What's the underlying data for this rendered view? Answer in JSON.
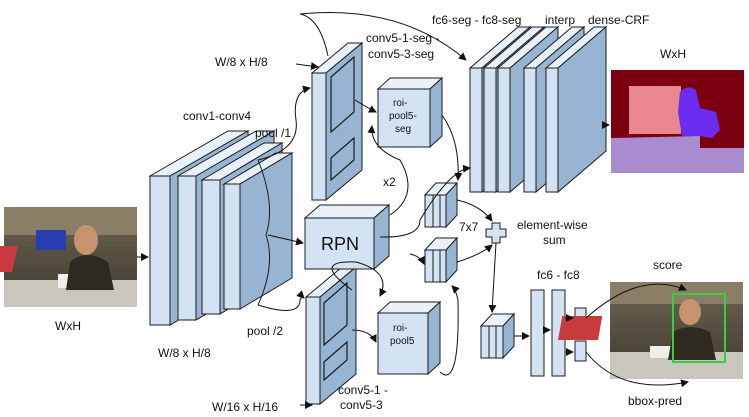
{
  "colors": {
    "block_face": "#d4e3f3",
    "block_top": "#e9f1fa",
    "block_side": "#98b4d3",
    "block_stroke": "#1c1c1c",
    "seg_background": "#7a0010",
    "seg_pink": "#e9868e",
    "seg_purple": "#a98cd0",
    "seg_blue": "#6a2cf0",
    "bbox_green": "#35d13a"
  },
  "labels": {
    "conv1_conv4": "conv1-conv4",
    "pool1": "pool /1",
    "pool2": "pool /2",
    "w8_top": "W/8 x H/8",
    "w8_bottom": "W/8 x H/8",
    "w16": "W/16 x H/16",
    "conv5_seg_line1": "conv5-1-seg -",
    "conv5_seg_line2": "conv5-3-seg",
    "conv5_line1": "conv5-1 -",
    "conv5_line2": "conv5-3",
    "roipool_seg_line1": "roi-",
    "roipool_seg_line2": "pool5-",
    "roipool_seg_line3": "seg",
    "roipool_line1": "roi-",
    "roipool_line2": "pool5",
    "rpn": "RPN",
    "x2": "x2",
    "seven_by_seven": "7x7",
    "eltwise_line1": "element-wise",
    "eltwise_line2": "sum",
    "fc6_fc8_seg": "fc6-seg - fc8-seg",
    "interp": "interp",
    "dense_crf": "dense-CRF",
    "wxh_output": "WxH",
    "wxh_input": "WxH",
    "fc6_fc8": "fc6 - fc8",
    "score": "score",
    "bbox_pred": "bbox-pred"
  }
}
